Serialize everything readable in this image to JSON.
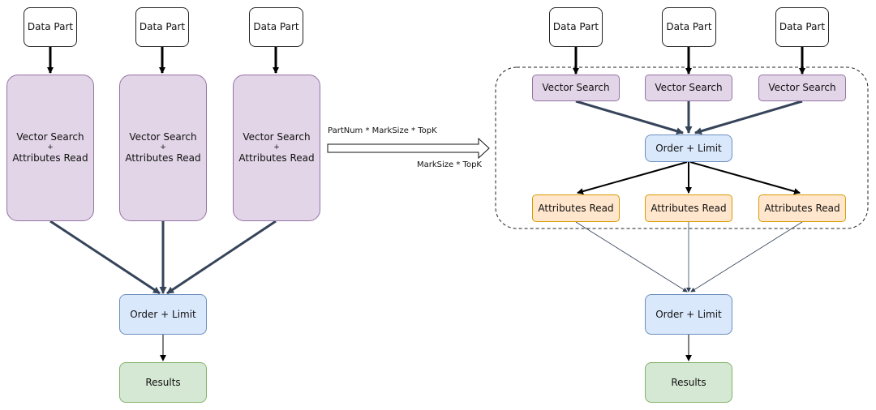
{
  "left": {
    "data_parts": [
      "Data Part",
      "Data Part",
      "Data Part"
    ],
    "search_read": [
      {
        "line1": "Vector Search",
        "plus": "+",
        "line2": "Attributes Read"
      },
      {
        "line1": "Vector Search",
        "plus": "+",
        "line2": "Attributes Read"
      },
      {
        "line1": "Vector Search",
        "plus": "+",
        "line2": "Attributes Read"
      }
    ],
    "order_limit": "Order + Limit",
    "results": "Results"
  },
  "transition": {
    "top_label": "PartNum * MarkSize * TopK",
    "bottom_label": "MarkSize * TopK"
  },
  "right": {
    "data_parts": [
      "Data Part",
      "Data Part",
      "Data Part"
    ],
    "vector_search": [
      "Vector Search",
      "Vector Search",
      "Vector Search"
    ],
    "inner_order_limit": "Order + Limit",
    "attributes_read": [
      "Attributes Read",
      "Attributes Read",
      "Attributes Read"
    ],
    "order_limit": "Order + Limit",
    "results": "Results"
  },
  "colors": {
    "purple_fill": "#e1d5e7",
    "blue_fill": "#dae8fc",
    "green_fill": "#d5e8d4",
    "orange_fill": "#ffe6cc",
    "arrow_dark": "#36445a"
  }
}
